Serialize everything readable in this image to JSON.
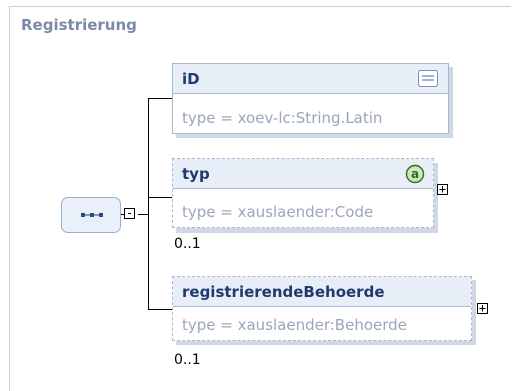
{
  "frame": {
    "title": "Registrierung"
  },
  "elements": [
    {
      "name": "iD",
      "type": "type = xoev-lc:String.Latin",
      "icon": "annotation-doc-icon",
      "occurrence": ""
    },
    {
      "name": "typ",
      "type": "type = xauslaender:Code",
      "icon": "attribute-a-icon",
      "occurrence": "0..1"
    },
    {
      "name": "registrierendeBehoerde",
      "type": "type = xauslaender:Behoerde",
      "icon": "",
      "occurrence": "0..1"
    }
  ],
  "compositor": {
    "kind": "sequence-icon"
  },
  "expanders": {
    "collapse": "-",
    "expand": "+"
  },
  "colors": {
    "header": "#e8eef8",
    "border": "#a8b8d0",
    "name": "#1f3a6e",
    "type": "#9aa6bb",
    "title": "#7a8aa8"
  }
}
